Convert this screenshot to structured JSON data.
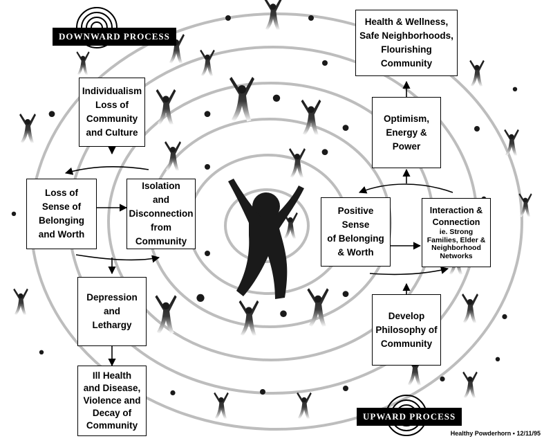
{
  "banners": {
    "downward": "DOWNWARD PROCESS",
    "upward": "UPWARD PROCESS"
  },
  "boxes": {
    "health": "Health & Wellness,\nSafe Neighborhoods,\nFlourishing\nCommunity",
    "individualism": "Individualism\nLoss of\nCommunity\nand Culture",
    "optimism": "Optimism,\nEnergy &\nPower",
    "loss_sense": "Loss of\nSense of\nBelonging\nand Worth",
    "isolation": "Isolation\nand\nDisconnection\nfrom\nCommunity",
    "positive": "Positive Sense\nof Belonging\n& Worth",
    "interaction_title": "Interaction &\nConnection",
    "interaction_sub": "ie. Strong\nFamilies, Elder &\nNeighborhood\nNetworks",
    "depression": "Depression\nand\nLethargy",
    "develop": "Develop\nPhilosophy of\nCommunity",
    "ill_health": "Ill Health\nand Disease,\nViolence and\nDecay of\nCommunity"
  },
  "credit": "Healthy Powderhorn • 12/11/95",
  "colors": {
    "ink": "#000000",
    "spiral": "#b8b8b8",
    "figure": "#1a1a1a",
    "bg": "#ffffff"
  },
  "icons": [
    "spiral-target-icon",
    "dancing-figure-icon",
    "arrow-icon"
  ]
}
